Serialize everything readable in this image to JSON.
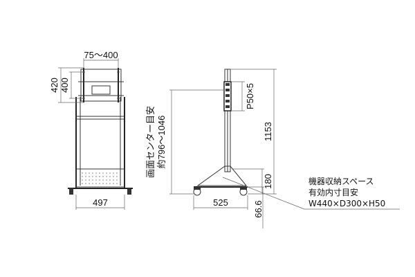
{
  "front_view": {
    "vesa_width": "75～400",
    "height_420": "420",
    "height_400": "400",
    "base_width": "497"
  },
  "side_view": {
    "center_height_label": "画面センター目安",
    "center_height_range": "約796～1046",
    "pitch": "P50×5",
    "pole_height": "1153",
    "base_height": "180",
    "base_depth": "525",
    "ground_clearance": "66.6"
  },
  "equipment_space": {
    "line1": "機器収納スペース",
    "line2": "有効内寸目安",
    "line3": "W440×D300×H50"
  },
  "colors": {
    "line": "#333333",
    "text": "#111111",
    "background": "#ffffff"
  }
}
